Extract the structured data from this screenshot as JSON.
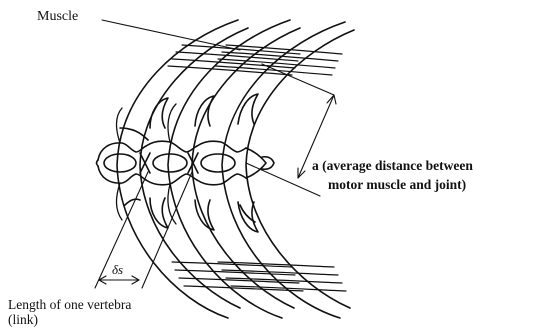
{
  "labels": {
    "muscle": "Muscle",
    "distance_line1": "a (average distance between",
    "distance_line2": "motor muscle and joint)",
    "delta_s": "δs",
    "length_line1": "Length of one vertebra",
    "length_line2": "(link)"
  }
}
